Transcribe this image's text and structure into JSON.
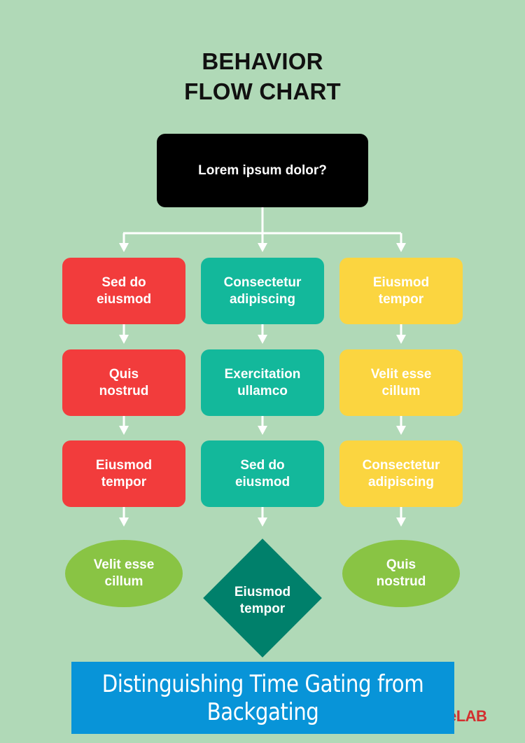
{
  "title": {
    "line1": "BEHAVIOR",
    "line2": "FLOW CHART"
  },
  "root": {
    "label": "Lorem ipsum dolor?"
  },
  "columns": [
    {
      "color": "#f23c3c",
      "boxes": [
        {
          "line1": "Sed do",
          "line2": "eiusmod"
        },
        {
          "line1": "Quis",
          "line2": "nostrud"
        },
        {
          "line1": "Eiusmod",
          "line2": "tempor"
        }
      ],
      "end": {
        "shape": "oval",
        "color": "#89c444",
        "line1": "Velit esse",
        "line2": "cillum"
      }
    },
    {
      "color": "#13b89b",
      "boxes": [
        {
          "line1": "Consectetur",
          "line2": "adipiscing"
        },
        {
          "line1": "Exercitation",
          "line2": "ullamco"
        },
        {
          "line1": "Sed do",
          "line2": "eiusmod"
        }
      ],
      "end": {
        "shape": "diamond",
        "color": "#00806b",
        "line1": "Eiusmod",
        "line2": "tempor"
      }
    },
    {
      "color": "#fbd540",
      "boxes": [
        {
          "line1": "Eiusmod",
          "line2": "tempor"
        },
        {
          "line1": "Velit esse",
          "line2": "cillum"
        },
        {
          "line1": "Consectetur",
          "line2": "adipiscing"
        }
      ],
      "end": {
        "shape": "oval",
        "color": "#89c444",
        "line1": "Quis",
        "line2": "nostrud"
      }
    }
  ],
  "banner": {
    "line1": "Distinguishing Time Gating from",
    "line2": "Backgating",
    "color": "#0894d8"
  },
  "logo": {
    "text": "eLAB",
    "color": "#d32f2f"
  },
  "background_color": "#b0d9b7"
}
